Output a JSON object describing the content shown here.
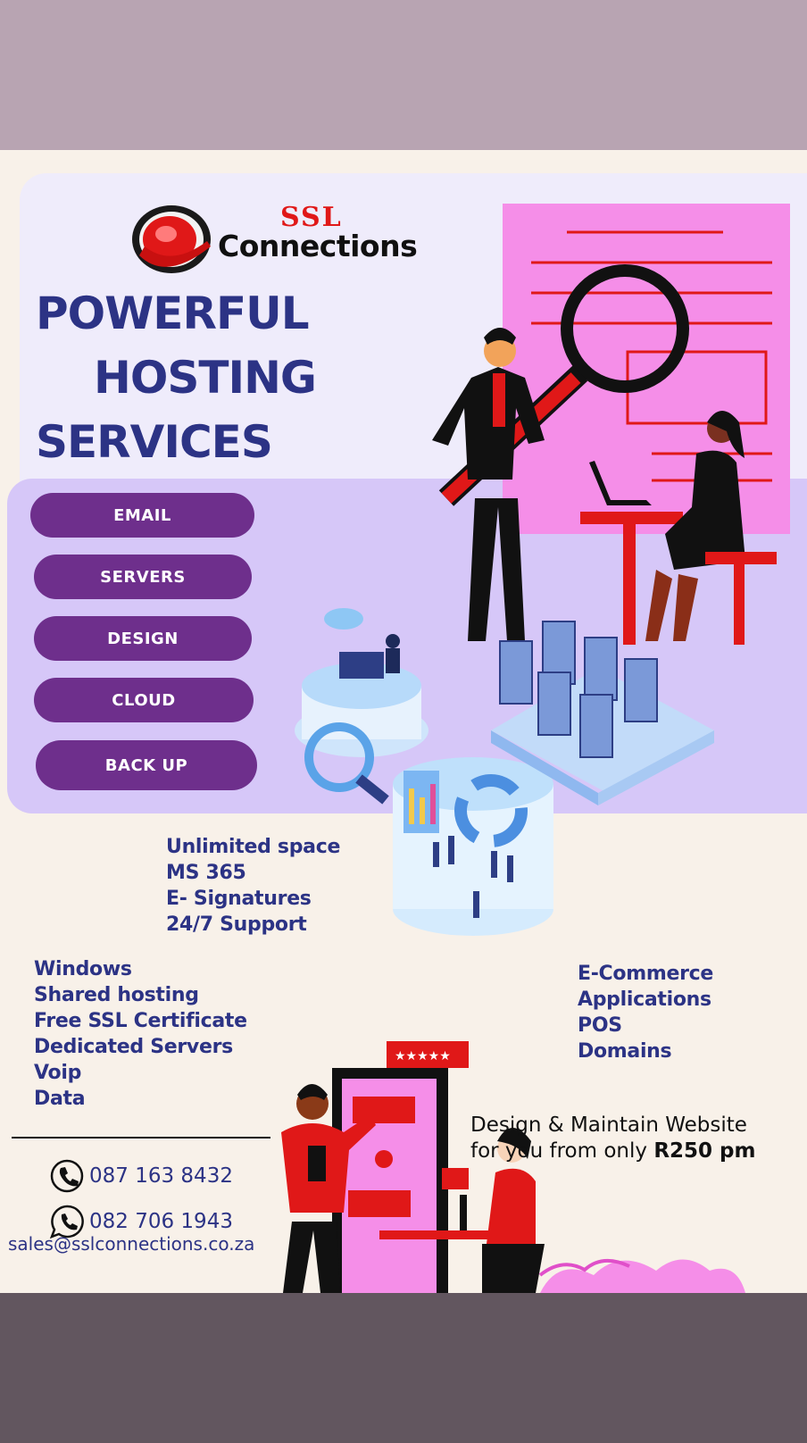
{
  "brand": {
    "logo_top": "SSL",
    "logo_bottom": "Connections"
  },
  "headline": {
    "line1": "POWERFUL",
    "line2": "HOSTING",
    "line3": "SERVICES"
  },
  "services": [
    {
      "label": "EMAIL"
    },
    {
      "label": "SERVERS"
    },
    {
      "label": "DESIGN"
    },
    {
      "label": "CLOUD"
    },
    {
      "label": "BACK UP"
    }
  ],
  "features_center": [
    "Unlimited space",
    "MS 365",
    "E- Signatures",
    "24/7 Support"
  ],
  "features_left": [
    "Windows",
    "Shared hosting",
    "Free SSL Certificate",
    "Dedicated Servers",
    "Voip",
    "Data"
  ],
  "features_right": [
    "E-Commerce",
    "Applications",
    "POS",
    "Domains"
  ],
  "promo": {
    "line1": "Design & Maintain Website",
    "line2_prefix": "for you from only ",
    "price": "R250 pm"
  },
  "contact": {
    "phone": "087 163 8432",
    "whatsapp": "082 706 1943",
    "email": "sales@sslconnections.co.za"
  },
  "colors": {
    "navy": "#2c3385",
    "purple": "#6e2f8c",
    "red": "#e01818",
    "pink": "#f58ee8"
  },
  "icons": [
    "phone-icon",
    "whatsapp-icon",
    "magnifier-icon",
    "cloud-icon",
    "server-icon"
  ]
}
